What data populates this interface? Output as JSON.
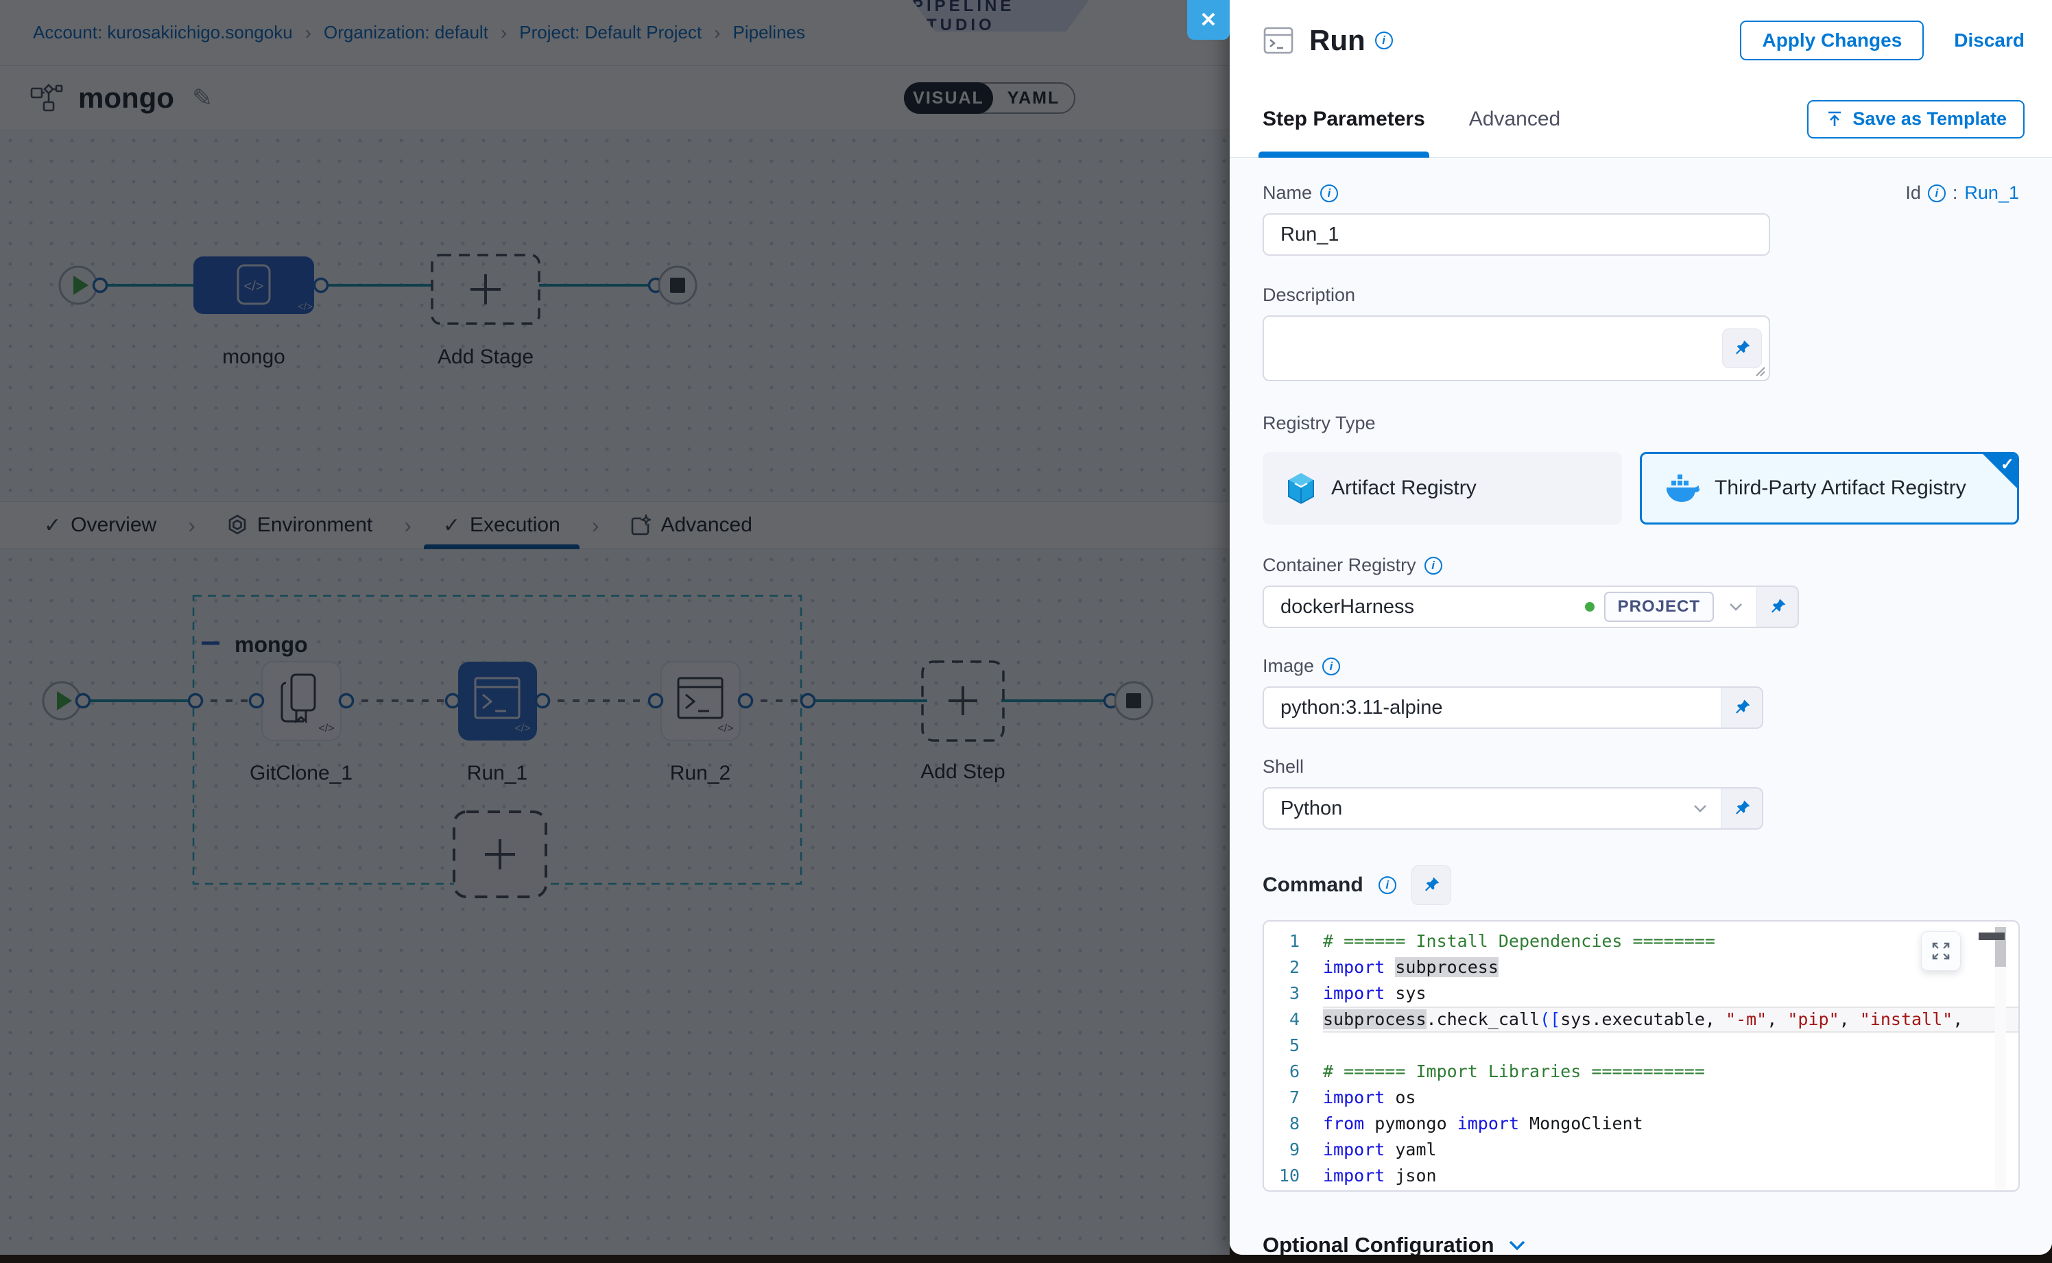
{
  "breadcrumb": {
    "separator": "›",
    "items": [
      "Account: kurosakiichigo.songoku",
      "Organization: default",
      "Project: Default Project",
      "Pipelines"
    ]
  },
  "studio_badge": "PIPELINE STUDIO",
  "close_glyph": "✕",
  "pipeline_header": {
    "title": "mongo",
    "edit_glyph": "✎",
    "view_toggle": {
      "visual": "VISUAL",
      "yaml": "YAML"
    }
  },
  "stage_graph": {
    "stage_label": "mongo",
    "add_stage_label": "Add Stage",
    "code_glyph": "</>"
  },
  "stage_tabs": {
    "check_glyph": "✓",
    "separator": "›",
    "items": [
      {
        "label": "Overview"
      },
      {
        "label": "Environment"
      },
      {
        "label": "Execution"
      },
      {
        "label": "Advanced"
      }
    ]
  },
  "execution_graph": {
    "group_label": "mongo",
    "node1": "GitClone_1",
    "node2": "Run_1",
    "node3": "Run_2",
    "add_step_label": "Add Step",
    "code_glyph": "</>"
  },
  "panel": {
    "title": "Run",
    "info_glyph": "i",
    "apply_button": "Apply Changes",
    "discard_button": "Discard",
    "tab_step_parameters": "Step Parameters",
    "tab_advanced": "Advanced",
    "save_as_template": "Save as Template",
    "name_label": "Name",
    "name_value": "Run_1",
    "id_label": "Id",
    "id_separator": ":",
    "id_value": "Run_1",
    "description_label": "Description",
    "registry_type_label": "Registry Type",
    "registry_option_1": "Artifact Registry",
    "registry_option_2": "Third-Party Artifact Registry",
    "selected_check_glyph": "✓",
    "container_registry_label": "Container Registry",
    "container_registry_value": "dockerHarness",
    "scope_badge": "PROJECT",
    "image_label": "Image",
    "image_value": "python:3.11-alpine",
    "shell_label": "Shell",
    "shell_value": "Python",
    "command_label": "Command",
    "optional_configuration_label": "Optional Configuration",
    "code": {
      "lines": [
        {
          "num": "1",
          "tokens": [
            [
              "cm",
              "# ====== Install Dependencies ========"
            ]
          ]
        },
        {
          "num": "2",
          "tokens": [
            [
              "kw",
              "import"
            ],
            [
              "tx",
              " "
            ],
            [
              "hl",
              "subprocess"
            ]
          ]
        },
        {
          "num": "3",
          "tokens": [
            [
              "kw",
              "import"
            ],
            [
              "tx",
              " sys"
            ]
          ]
        },
        {
          "num": "4",
          "current": true,
          "tokens": [
            [
              "hl",
              "subprocess"
            ],
            [
              "tx",
              ".check_call"
            ],
            [
              "pn",
              "(["
            ],
            [
              "tx",
              "sys.executable, "
            ],
            [
              "st",
              "\"-m\""
            ],
            [
              "tx",
              ", "
            ],
            [
              "st",
              "\"pip\""
            ],
            [
              "tx",
              ", "
            ],
            [
              "st",
              "\"install\""
            ],
            [
              "tx",
              ","
            ]
          ]
        },
        {
          "num": "5",
          "tokens": []
        },
        {
          "num": "6",
          "tokens": [
            [
              "cm",
              "# ====== Import Libraries ==========="
            ]
          ]
        },
        {
          "num": "7",
          "tokens": [
            [
              "kw",
              "import"
            ],
            [
              "tx",
              " os"
            ]
          ]
        },
        {
          "num": "8",
          "tokens": [
            [
              "kw",
              "from"
            ],
            [
              "tx",
              " pymongo "
            ],
            [
              "kw",
              "import"
            ],
            [
              "tx",
              " MongoClient"
            ]
          ]
        },
        {
          "num": "9",
          "tokens": [
            [
              "kw",
              "import"
            ],
            [
              "tx",
              " yaml"
            ]
          ]
        },
        {
          "num": "10",
          "tokens": [
            [
              "kw",
              "import"
            ],
            [
              "tx",
              " json"
            ]
          ]
        }
      ]
    }
  },
  "colors": {
    "accent": "#0278d5",
    "selected_node_blue": "#2f6ecf",
    "success_green": "#42ab45",
    "docker_blue": "#2496ed",
    "link_teal": "#1d96ad"
  }
}
